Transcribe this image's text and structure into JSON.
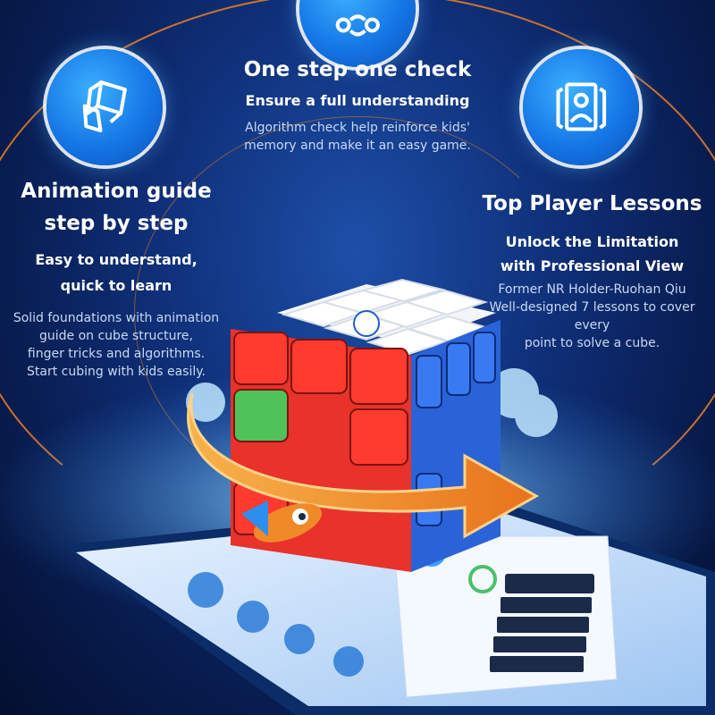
{
  "features": {
    "top": {
      "icon": "cube-rotate-icon",
      "title": "One step one check",
      "subtitle": "Ensure a full understanding",
      "desc_lines": [
        "Algorithm check help reinforce kids'",
        "memory and make it an easy game."
      ]
    },
    "left": {
      "icon": "cube-animation-icon",
      "title_lines": [
        "Animation guide",
        "step by step"
      ],
      "subtitle_lines": [
        "Easy to understand,",
        "quick to learn"
      ],
      "desc_lines": [
        "Solid foundations with animation",
        "guide on cube structure,",
        "finger tricks and algorithms.",
        "Start cubing with kids easily."
      ]
    },
    "right": {
      "icon": "player-cards-icon",
      "title": "Top Player Lessons",
      "subtitle_lines": [
        "Unlock the Limitation",
        "with Professional View"
      ],
      "desc_lines": [
        "Former NR Holder-Ruohan Qiu",
        "Well-designed 7 lessons to cover every",
        "point to solve a cube."
      ]
    }
  },
  "colors": {
    "accent_orange": "#e07a2a",
    "badge_blue": "#1577e6",
    "text_white": "#ffffff",
    "text_muted": "#c9d9f2"
  }
}
